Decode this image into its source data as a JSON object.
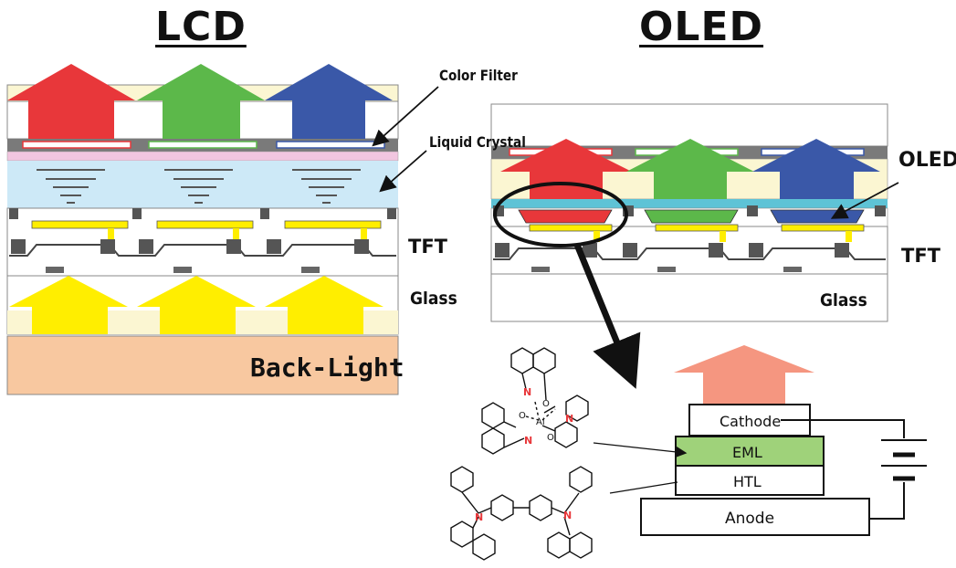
{
  "lcd": {
    "title": "LCD",
    "labels": {
      "color_filter": "Color Filter",
      "liquid_crystal": "Liquid Crystal",
      "tft": "TFT",
      "glass": "Glass",
      "back_light": "Back-Light"
    }
  },
  "oled": {
    "title": "OLED",
    "labels": {
      "oled": "OLED",
      "tft": "TFT",
      "glass": "Glass"
    }
  },
  "stack": {
    "layers": [
      "Cathode",
      "EML",
      "HTL",
      "Anode"
    ]
  },
  "molecules": {
    "atom_labels": [
      "N",
      "N",
      "N",
      "O",
      "O",
      "O",
      "Al",
      "N",
      "N"
    ]
  },
  "colors": {
    "red": "#e8373a",
    "green": "#5cb84a",
    "blue": "#3a58a8",
    "yellow": "#ffee00",
    "liquid_crystal": "#cde9f7",
    "backlight": "#f8c8a0",
    "cream": "#fbf6d2",
    "emission": "#f59680",
    "eml": "#9fd27a",
    "teal": "#5ec3d6",
    "pink_film": "#f2c6e0"
  }
}
